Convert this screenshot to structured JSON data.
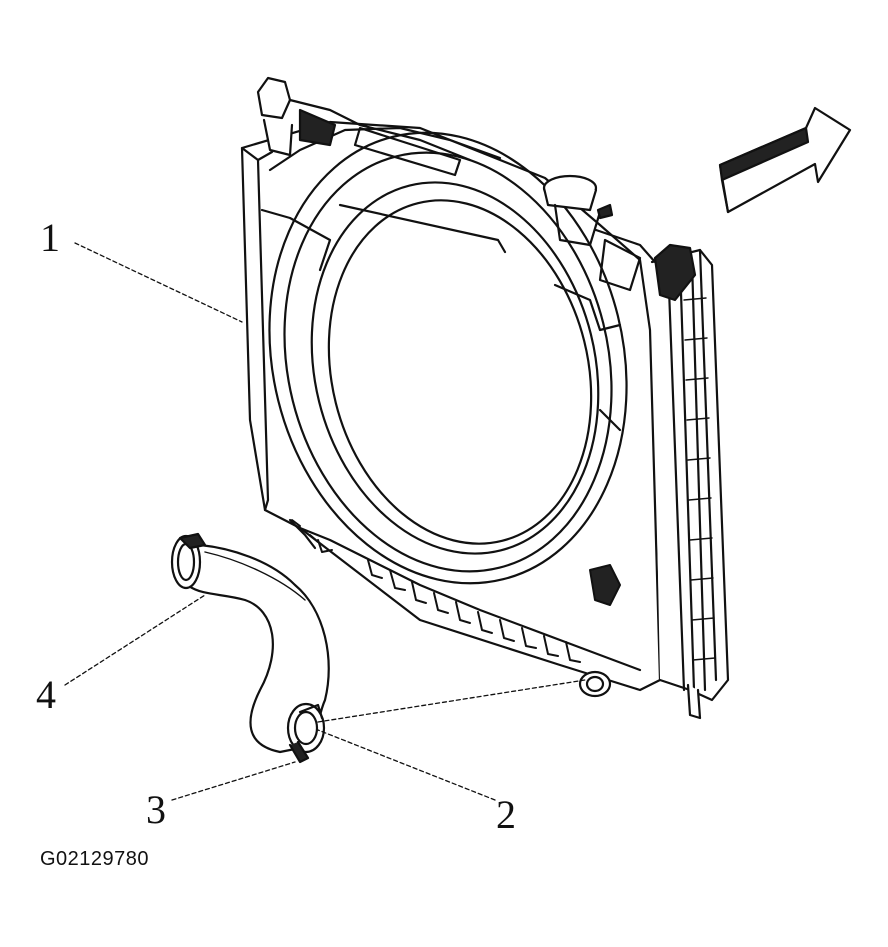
{
  "callouts": {
    "c1": "1",
    "c2": "2",
    "c3": "3",
    "c4": "4"
  },
  "figure_code": "G02129780"
}
